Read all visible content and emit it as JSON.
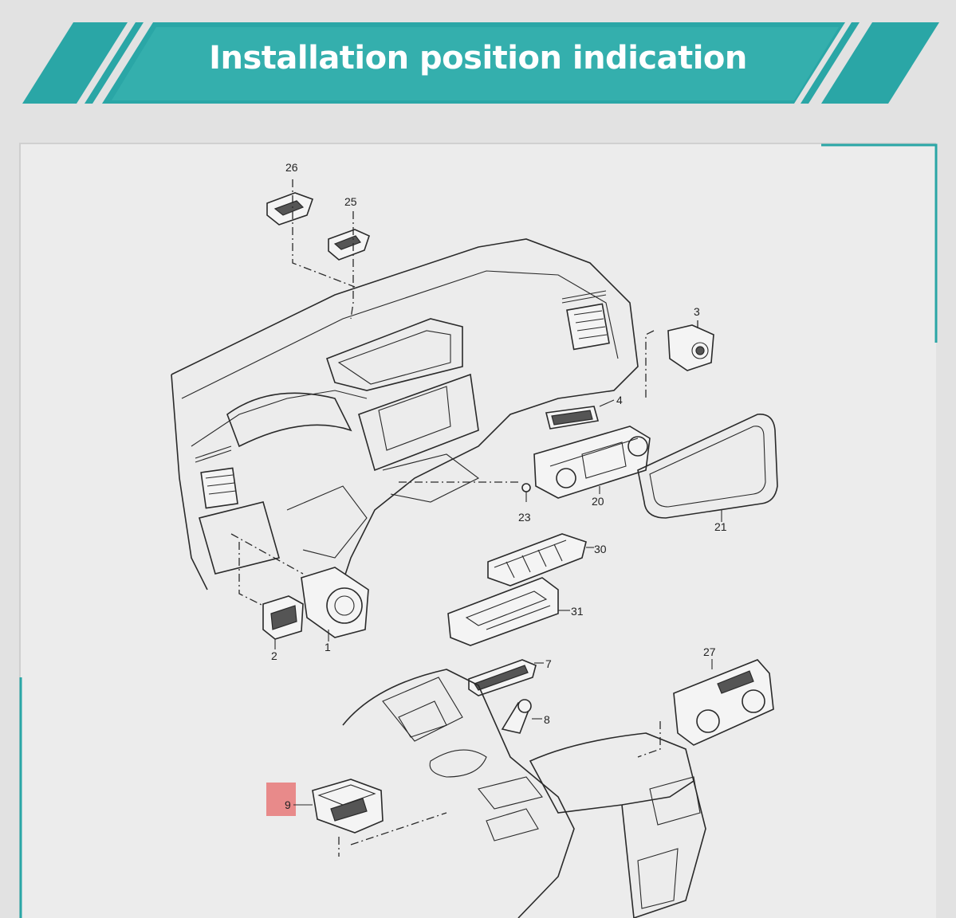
{
  "banner": {
    "title": "Installation position indication",
    "accent_color": "#2aa6a6"
  },
  "highlight": {
    "part_number": "9",
    "color": "#e88a8a"
  },
  "callouts": [
    "26",
    "25",
    "3",
    "4",
    "20",
    "23",
    "21",
    "30",
    "31",
    "7",
    "8",
    "27",
    "1",
    "2",
    "9"
  ]
}
